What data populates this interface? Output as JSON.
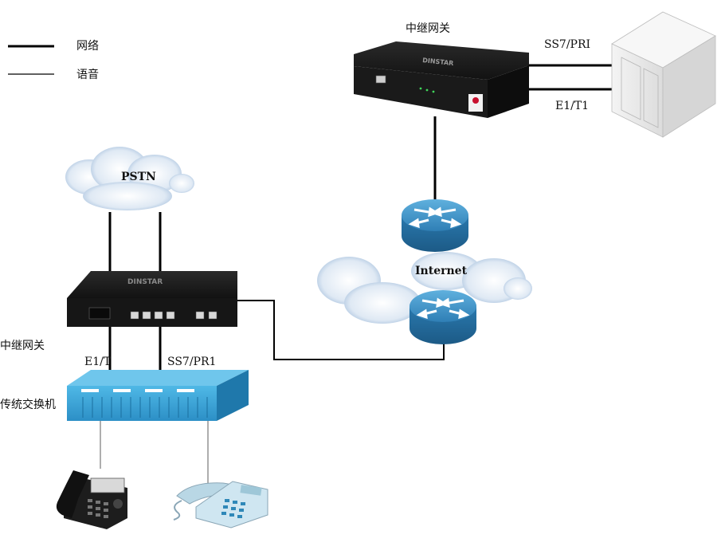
{
  "legend": {
    "network_label": "网络",
    "voice_label": "语音"
  },
  "top_gateway": {
    "label": "中继网关",
    "brand": "DINSTAR",
    "link_top_label": "SS7/PRI",
    "link_bottom_label": "E1/T1"
  },
  "pstn": {
    "label": "PSTN"
  },
  "internet": {
    "label": "Internet"
  },
  "left_gateway": {
    "label": "中继网关",
    "brand": "DINSTAR",
    "link_left_label": "E1/T",
    "link_right_label": "SS7/PR1"
  },
  "pbx": {
    "label": "传统交换机"
  },
  "colors": {
    "cloud": "#9bb8d8",
    "router": "#3a8fc4",
    "pbx": "#3ba6d8",
    "device": "#1c1c1c",
    "server": "#e9e9e9"
  }
}
